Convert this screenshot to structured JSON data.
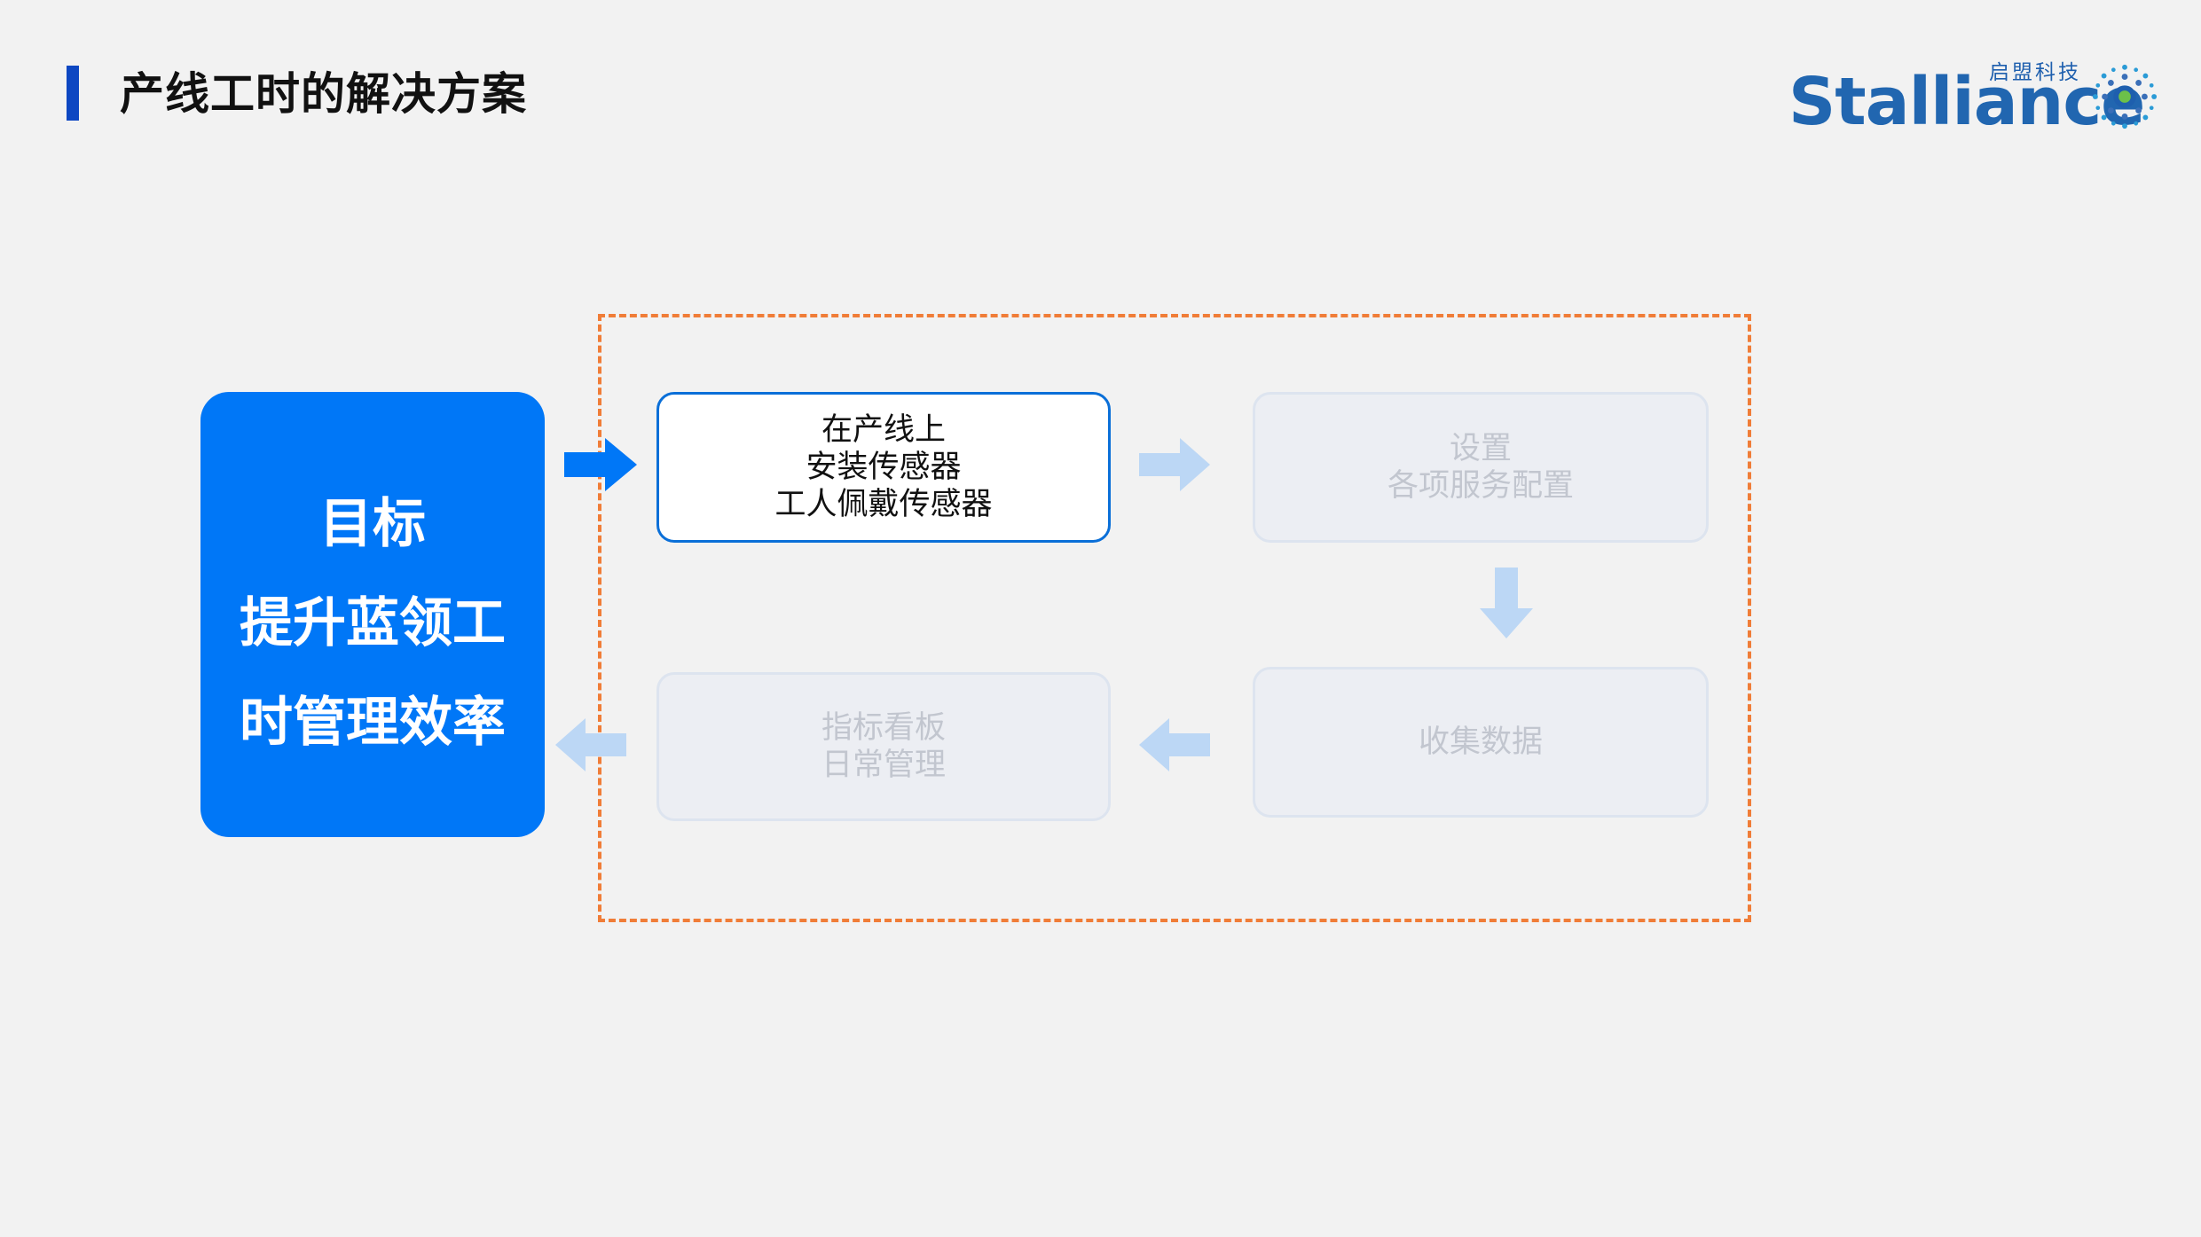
{
  "page": {
    "title": "产线工时的解决方案"
  },
  "logo": {
    "cn_text": "启盟科技",
    "en_text": "Stalliance"
  },
  "goal": {
    "line1": "目标",
    "line2": "提升蓝领工",
    "line3": "时管理效率"
  },
  "steps": [
    {
      "lines": [
        "在产线上",
        "安装传感器",
        "工人佩戴传感器"
      ],
      "state": "active"
    },
    {
      "lines": [
        "设置",
        "各项服务配置"
      ],
      "state": "faded"
    },
    {
      "lines": [
        "收集数据"
      ],
      "state": "faded"
    },
    {
      "lines": [
        "指标看板",
        "日常管理"
      ],
      "state": "faded"
    }
  ],
  "colors": {
    "accent_blue": "#0077f7",
    "title_bar": "#0d47c2",
    "frame_orange": "#f07d38",
    "faded_arrow": "#bcd7f5"
  }
}
